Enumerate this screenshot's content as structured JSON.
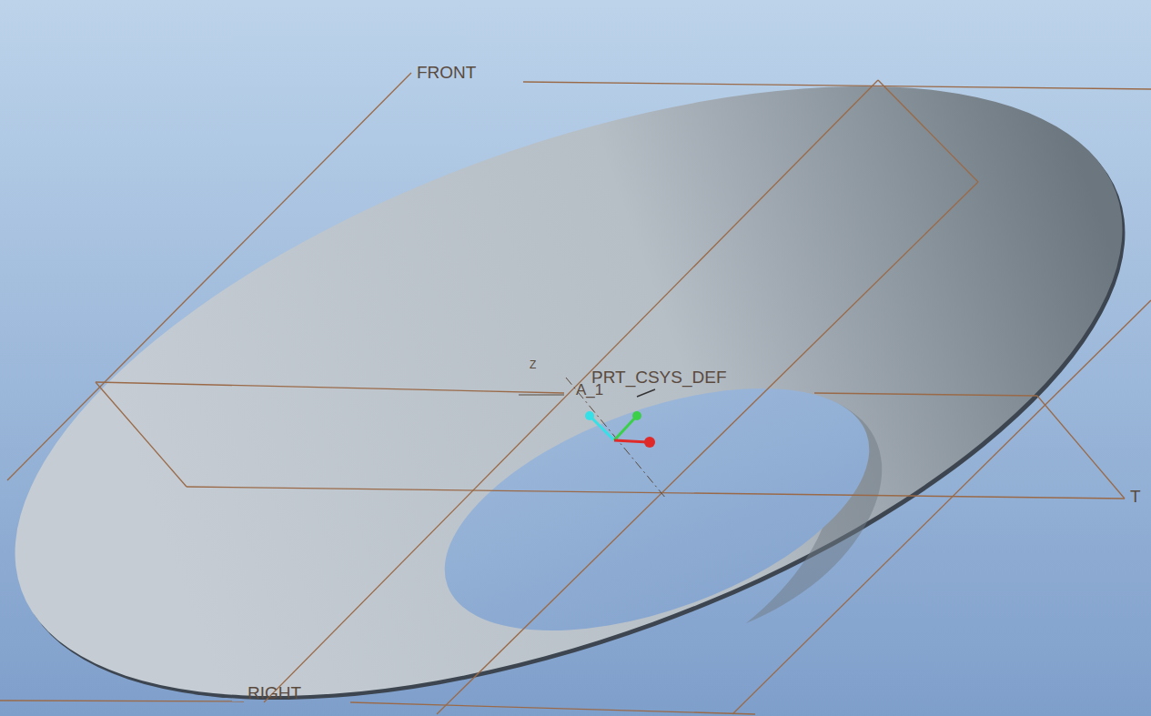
{
  "diagram": {
    "labels": [
      "FRONT",
      "RIGHT",
      "T",
      "PRT_CSYS_DEF",
      "A_1",
      "Z"
    ]
  }
}
